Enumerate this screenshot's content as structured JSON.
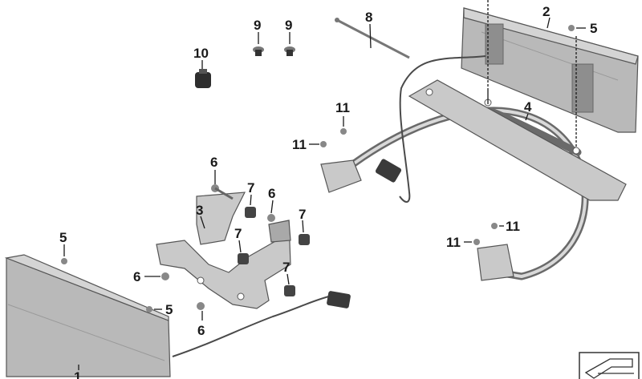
{
  "callouts": {
    "n1": "1",
    "n2": "2",
    "n3": "3",
    "n4": "4",
    "n5a": "5",
    "n5b": "5",
    "n5c": "5",
    "n6a": "6",
    "n6b": "6",
    "n6c": "6",
    "n6d": "6",
    "n7a": "7",
    "n7b": "7",
    "n7c": "7",
    "n7d": "7",
    "n8": "8",
    "n9a": "9",
    "n9b": "9",
    "n10": "10",
    "n11a": "11",
    "n11b": "11",
    "n11c": "11",
    "n11d": "11"
  },
  "icons": {
    "reference_icon": "reference-arrow-icon"
  }
}
